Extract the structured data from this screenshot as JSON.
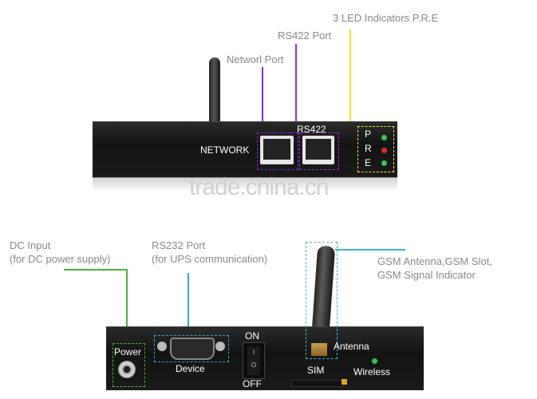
{
  "top_device": {
    "callouts": {
      "led": "3 LED Indicators P.R.E",
      "rs422": "RS422 Port",
      "network": "Networl Port"
    },
    "panel_labels": {
      "network": "NETWORK",
      "rs422": "RS422",
      "led_p": "P",
      "led_r": "R",
      "led_e": "E"
    },
    "colors": {
      "network_line": "#7a2fd1",
      "rs422_line": "#9b2fd1",
      "led_line": "#f0e030",
      "led_green": "#3dbf5a",
      "led_red": "#e02828"
    }
  },
  "watermark": "trade.china.cn",
  "bottom_device": {
    "callouts": {
      "dc_line1": "DC Input",
      "dc_line2": "(for DC power supply)",
      "rs232_line1": "RS232 Port",
      "rs232_line2": "(for UPS communication)",
      "gsm_line1": "GSM Antenna,GSM Slot,",
      "gsm_line2": "GSM Signal Indicator"
    },
    "panel_labels": {
      "power": "Power",
      "device": "Device",
      "on": "ON",
      "off": "OFF",
      "antenna": "Antenna",
      "sim": "SIM",
      "wireless": "Wireless",
      "switch_on_mark": "I",
      "switch_off_mark": "O"
    },
    "colors": {
      "dc_line": "#4cae3c",
      "rs232_line": "#3aa6d0",
      "gsm_line": "#3ab8c8"
    }
  }
}
